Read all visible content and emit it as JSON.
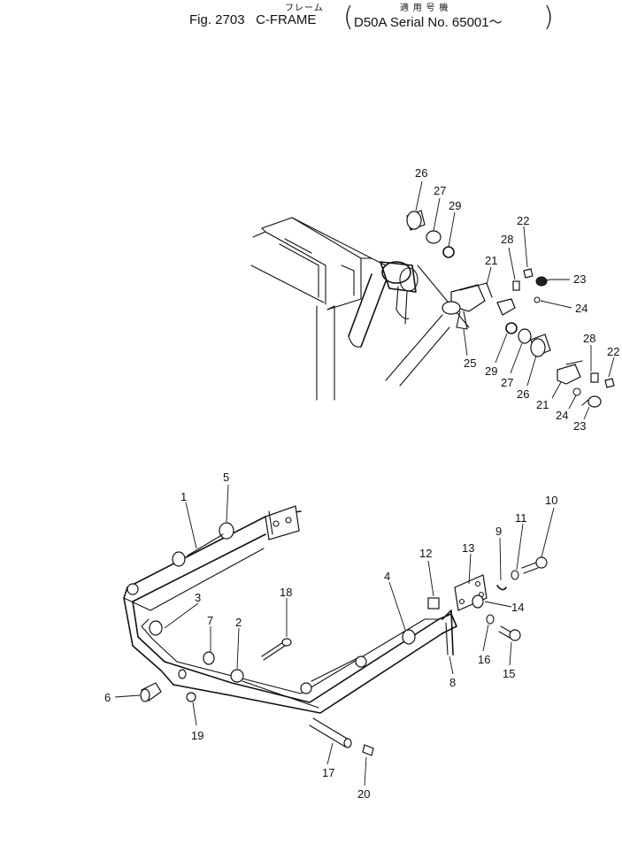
{
  "header": {
    "figure_label": "Fig. 2703",
    "part_name_en": "C-FRAME",
    "part_name_jp": "フレーム",
    "applicability_jp": "適 用 号 機",
    "applicability": "D50A  Serial  No.  65001～"
  },
  "callouts_upper": [
    "26",
    "27",
    "29",
    "22",
    "28",
    "21",
    "23",
    "24",
    "25",
    "29",
    "27",
    "26",
    "28",
    "22",
    "21",
    "24",
    "23"
  ],
  "callouts_lower": [
    "5",
    "1",
    "10",
    "11",
    "9",
    "13",
    "12",
    "14",
    "4",
    "3",
    "18",
    "7",
    "2",
    "16",
    "15",
    "8",
    "6",
    "19",
    "17",
    "20"
  ]
}
